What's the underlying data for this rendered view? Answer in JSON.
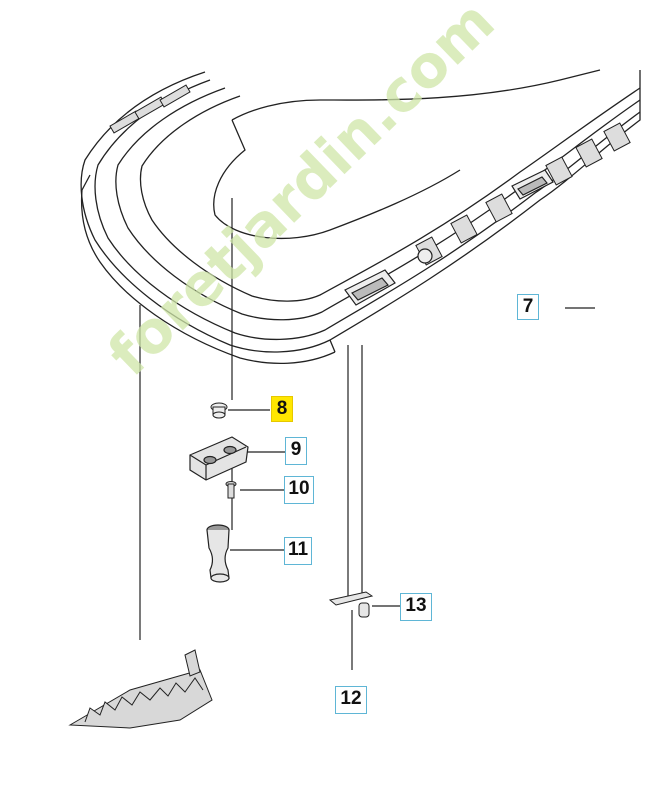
{
  "watermark": {
    "text": "foretjardin.com"
  },
  "callouts": {
    "c7": "7",
    "c8": "8",
    "c9": "9",
    "c10": "10",
    "c11": "11",
    "c12": "12",
    "c13": "13"
  },
  "colors": {
    "line": "#222222",
    "callout_border": "#5fb6d6",
    "highlight": "#ffe700",
    "watermark": "#cfe6a8"
  }
}
